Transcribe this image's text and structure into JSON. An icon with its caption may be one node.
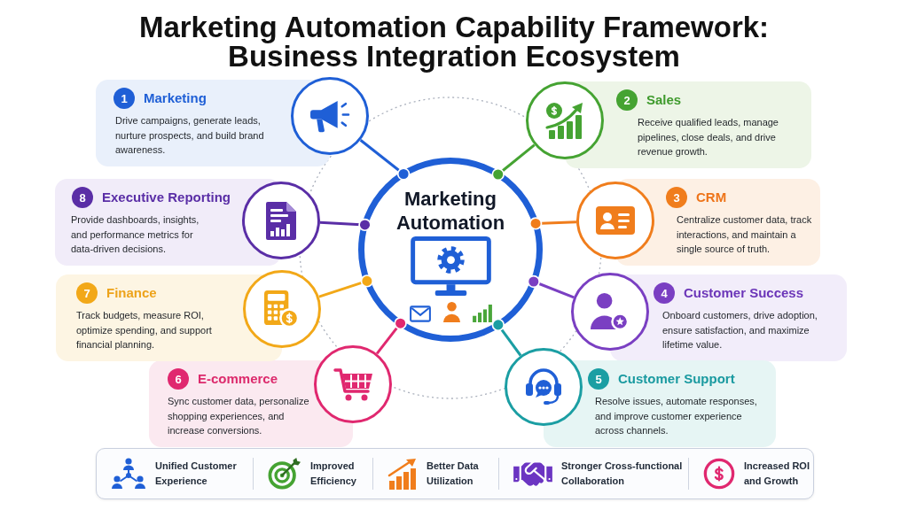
{
  "diagram": {
    "title": "Marketing Automation Capability Framework: Business Integration Ecosystem",
    "nodes": [
      {
        "text": [
          "Marketing Automation"
        ]
      },
      {
        "text": [
          "Marketing",
          "Drive campaigns, generate leads, nurture prospects, and build brand awareness."
        ]
      },
      {
        "text": [
          "1"
        ],
        "in": 1
      },
      {
        "text": [],
        "shape": "circle"
      },
      {
        "text": [
          "Sales",
          "Receive qualified leads, manage pipelines, close deals, and drive revenue growth."
        ]
      },
      {
        "text": [
          "2"
        ],
        "in": 4
      },
      {
        "text": [],
        "shape": "circle"
      },
      {
        "text": [
          "CRM",
          "Centralize customer data, track interactions, and maintain a single source of truth."
        ]
      },
      {
        "text": [
          "3"
        ],
        "in": 7
      },
      {
        "text": [],
        "shape": "circle"
      },
      {
        "text": [
          "Customer Success",
          "Onboard customers, drive adoption, ensure satisfaction, and maximize lifetime value."
        ]
      },
      {
        "text": [
          "4"
        ],
        "in": 10
      },
      {
        "text": [],
        "shape": "circle"
      },
      {
        "text": [
          "Customer Support",
          "Resolve issues, automate responses, and improve customer experience across channels."
        ]
      },
      {
        "text": [
          "5"
        ],
        "in": 13
      },
      {
        "text": [],
        "shape": "circle"
      },
      {
        "text": [
          "E-commerce",
          "Sync customer data, personalize shopping experiences, and increase conversions."
        ]
      },
      {
        "text": [
          "6"
        ],
        "in": 16
      },
      {
        "text": [],
        "shape": "circle"
      },
      {
        "text": [
          "Finance",
          "Track budgets, measure ROI, optimize spending, and support financial planning."
        ]
      },
      {
        "text": [
          "7"
        ],
        "in": 19
      },
      {
        "text": [],
        "shape": "circle"
      },
      {
        "text": [
          "Executive Reporting",
          "Provide dashboards, insights, and performance metrics for data-driven decisions."
        ]
      },
      {
        "text": [
          "8"
        ],
        "in": 22
      },
      {
        "text": [],
        "shape": "circle"
      },
      {
        "text": [
          "Unified Customer Experience",
          "Improved Efficiency",
          "Better Data Utilization",
          "Stronger Cross-functional Collaboration",
          "Increased ROI and Growth"
        ]
      }
    ],
    "edges": [
      {
        "from": 0,
        "to": 3,
        "arrow": "other",
        "color": "#1f5fd6"
      },
      {
        "from": 0,
        "to": 6,
        "arrow": "other",
        "color": "#45a332"
      },
      {
        "from": 0,
        "to": 9,
        "arrow": "other",
        "color": "#f07d1c"
      },
      {
        "from": 0,
        "to": 12,
        "arrow": "other",
        "color": "#7a3fc2"
      },
      {
        "from": 0,
        "to": 15,
        "arrow": "other",
        "color": "#1b9ea3"
      },
      {
        "from": 0,
        "to": 18,
        "arrow": "other",
        "color": "#e0286f"
      },
      {
        "from": 0,
        "to": 21,
        "arrow": "other",
        "color": "#f2a818"
      },
      {
        "from": 0,
        "to": 24,
        "arrow": "other",
        "color": "#5a2ea6"
      }
    ]
  }
}
